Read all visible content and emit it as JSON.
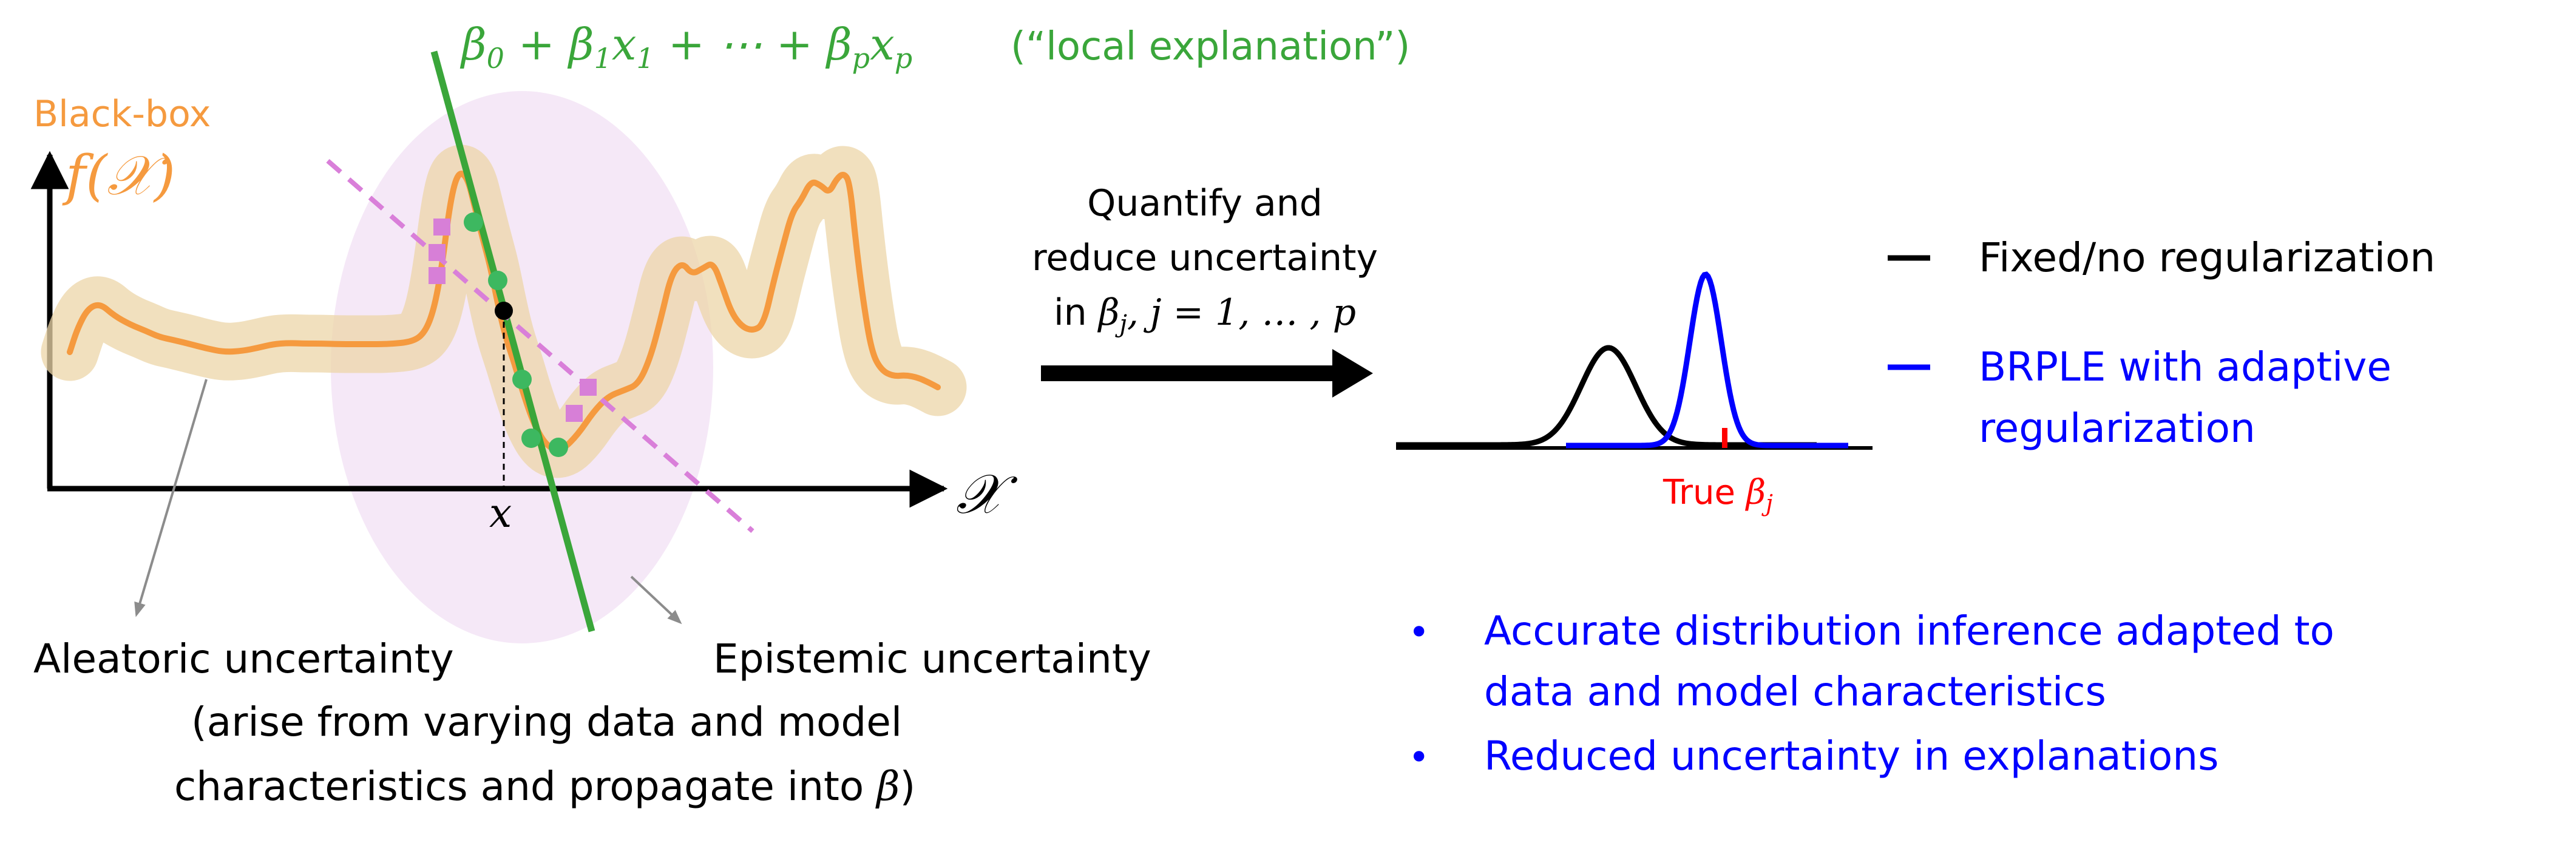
{
  "left_panel": {
    "black_box_label": "Black-box",
    "f_label": "f(𝒳)",
    "x_axis_symbol": "𝒳",
    "x_point_label": "x",
    "local_explanation": {
      "formula_parts": [
        "β",
        "0",
        " + β",
        "1",
        "x",
        "1",
        " + ⋯ + β",
        "p",
        "x",
        "p"
      ],
      "note": "(“local explanation”)"
    },
    "aleatoric_label": "Aleatoric uncertainty",
    "epistemic_label": "Epistemic uncertainty",
    "caption_line1": "(arise from varying data and model",
    "caption_line2": "characteristics and propagate into ",
    "caption_beta": "β",
    "caption_close": ")"
  },
  "arrow_text": {
    "line1": "Quantify and",
    "line2": "reduce uncertainty",
    "line3_prefix": "in ",
    "line3_beta": "β",
    "line3_sub": "j",
    "line3_rest": ", j = 1, … , p"
  },
  "distribution_plot": {
    "true_label": "True ",
    "true_beta": "β",
    "true_sub": "j"
  },
  "legend": {
    "items": [
      {
        "label": "Fixed/no regularization",
        "color": "#000000"
      },
      {
        "label_line1": "BRPLE with adaptive",
        "label_line2": "regularization",
        "color": "#0000ff"
      }
    ]
  },
  "bullets": [
    {
      "line1": "Accurate distribution inference adapted to",
      "line2": "data and model characteristics"
    },
    {
      "line1": "Reduced uncertainty in explanations"
    }
  ],
  "colors": {
    "orange": "#f59a3f",
    "orange_band": "#e8cf9e",
    "green": "#3aa63a",
    "pink_dash": "#d97fd9",
    "pink_square": "#d77fd7",
    "ellipse": "#f3e4f5",
    "blue": "#0000ff",
    "red": "#ff0000",
    "grey_arrow": "#8c8c8c"
  }
}
